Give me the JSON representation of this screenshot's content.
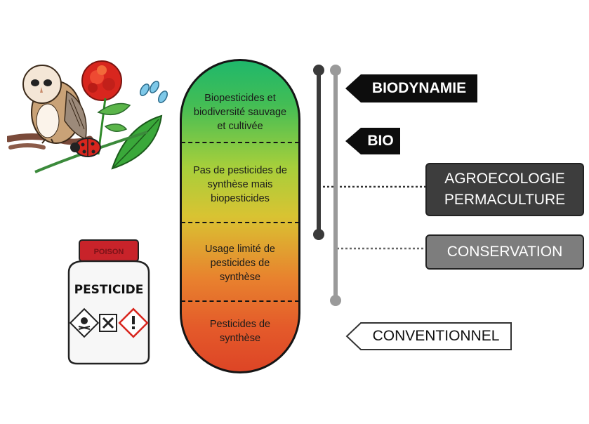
{
  "zones": [
    {
      "text": "Biopesticides et biodiversité sauvage et cultivée"
    },
    {
      "text": "Pas de pesticides de synthèse mais biopesticides"
    },
    {
      "text": "Usage limité de pesticides de synthèse"
    },
    {
      "text": "Pesticides de synthèse"
    }
  ],
  "labels": {
    "biodynamie": "BIODYNAMIE",
    "bio": "BIO",
    "agroecologie": "AGROECOLOGIE",
    "permaculture": "PERMACULTURE",
    "conservation": "CONSERVATION",
    "conventionnel": "CONVENTIONNEL"
  },
  "illustrations": {
    "bottle_label": "PESTICIDE",
    "cap_text": "POISON"
  },
  "colors": {
    "gradient_top": "#1fb86b",
    "gradient_mid": "#d9c332",
    "gradient_bottom": "#dd4526",
    "dark_bar": "#3a3a3a",
    "light_bar": "#9a9a9a",
    "agro_box": "#3d3d3d",
    "conservation_box": "#7d7d7d"
  },
  "icons": [
    "owl-icon",
    "marigold-flower-icon",
    "ladybug-icon",
    "leaf-icon",
    "seeds-icon",
    "pesticide-bottle-icon",
    "skull-hazard-icon",
    "harmful-x-icon",
    "exclamation-hazard-icon"
  ]
}
